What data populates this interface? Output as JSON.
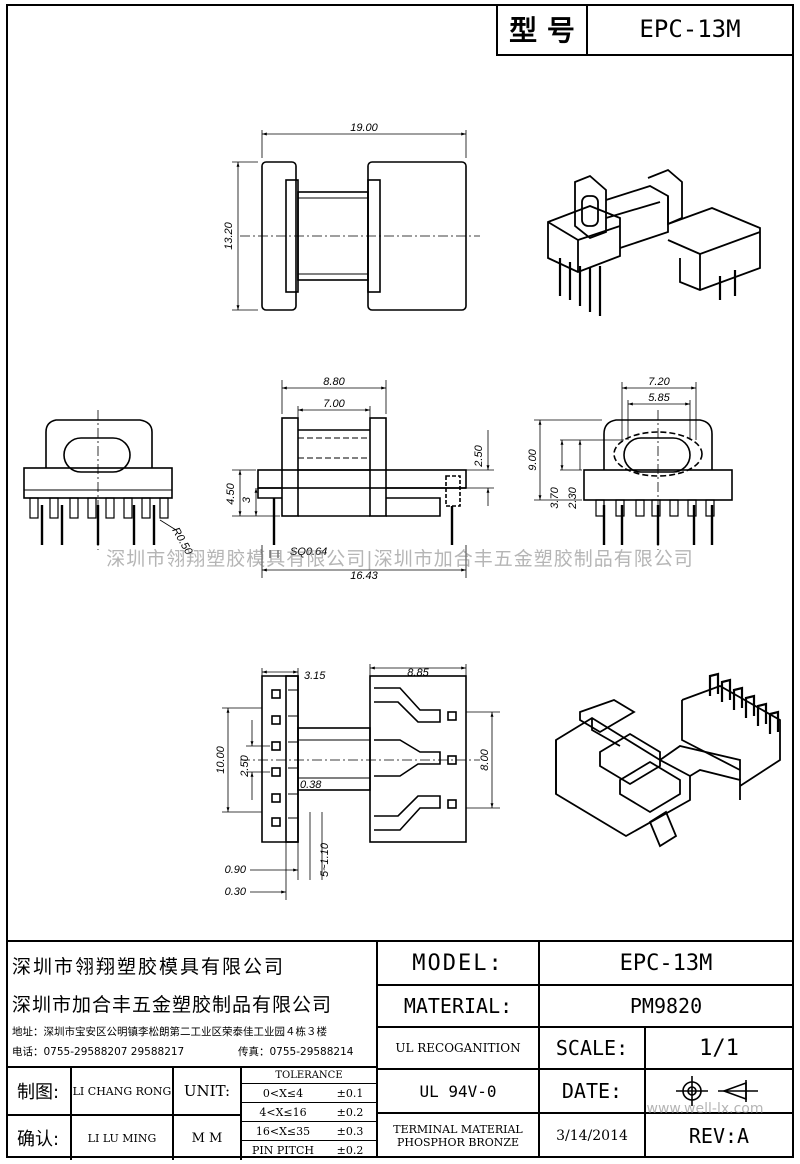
{
  "header": {
    "type_label": "型 号",
    "model": "EPC-13M"
  },
  "dims": {
    "top_width": "19.00",
    "top_height": "13.20",
    "mid_8_80": "8.80",
    "mid_7_00": "7.00",
    "mid_2_50": "2.50",
    "mid_4_50": "4.50",
    "mid_3": "3",
    "pin_sq": "SQ0.64",
    "mid_16_43": "16.43",
    "left_r050": "R0.50",
    "right_7_20": "7.20",
    "right_5_85": "5.85",
    "right_9_00": "9.00",
    "right_3_70": "3.70",
    "right_2_30": "2.30",
    "bot_3_15": "3.15",
    "bot_8_85": "8.85",
    "bot_10_00": "10.00",
    "bot_2_50": "2.50",
    "bot_0_38": "0.38",
    "bot_8_00": "8.00",
    "bot_5_110": "5~1.10",
    "bot_0_90": "0.90",
    "bot_0_30": "0.30"
  },
  "watermark": "深圳市翎翔塑胶模具有限公司|深圳市加合丰五金塑胶制品有限公司",
  "title_block": {
    "company1": "深圳市翎翔塑胶模具有限公司",
    "company2": "深圳市加合丰五金塑胶制品有限公司",
    "address": "地址：深圳市宝安区公明镇李松朗第二工业区荣泰佳工业园４栋３楼",
    "phone": "电话：0755-29588207  29588217",
    "fax": "传真：0755-29588214",
    "model_label": "MODEL:",
    "model_value": "EPC-13M",
    "material_label": "MATERIAL:",
    "material_value": "PM9820",
    "ul_label": "UL RECOGANITION",
    "ul_value": "UL 94V-0",
    "scale_label": "SCALE:",
    "scale_value": "1/1",
    "date_label": "DATE:",
    "date_value": "3/14/2014",
    "terminal_label": "TERMINAL MATERIAL",
    "terminal_value": "PHOSPHOR  BRONZE",
    "rev": "REV:A",
    "drawn_label": "制图:",
    "drawn_value": "LI CHANG RONG",
    "check_label": "确认:",
    "check_value": "LI LU MING",
    "unit_label": "UNIT:",
    "unit_value": "M M",
    "tolerance_title": "TOLERANCE",
    "tolerances": [
      {
        "range": "0<X≤4",
        "value": "±0.1"
      },
      {
        "range": "4<X≤16",
        "value": "±0.2"
      },
      {
        "range": "16<X≤35",
        "value": "±0.3"
      },
      {
        "range": "PIN PITCH",
        "value": "±0.2"
      }
    ],
    "site": "www.well-lx.com"
  }
}
